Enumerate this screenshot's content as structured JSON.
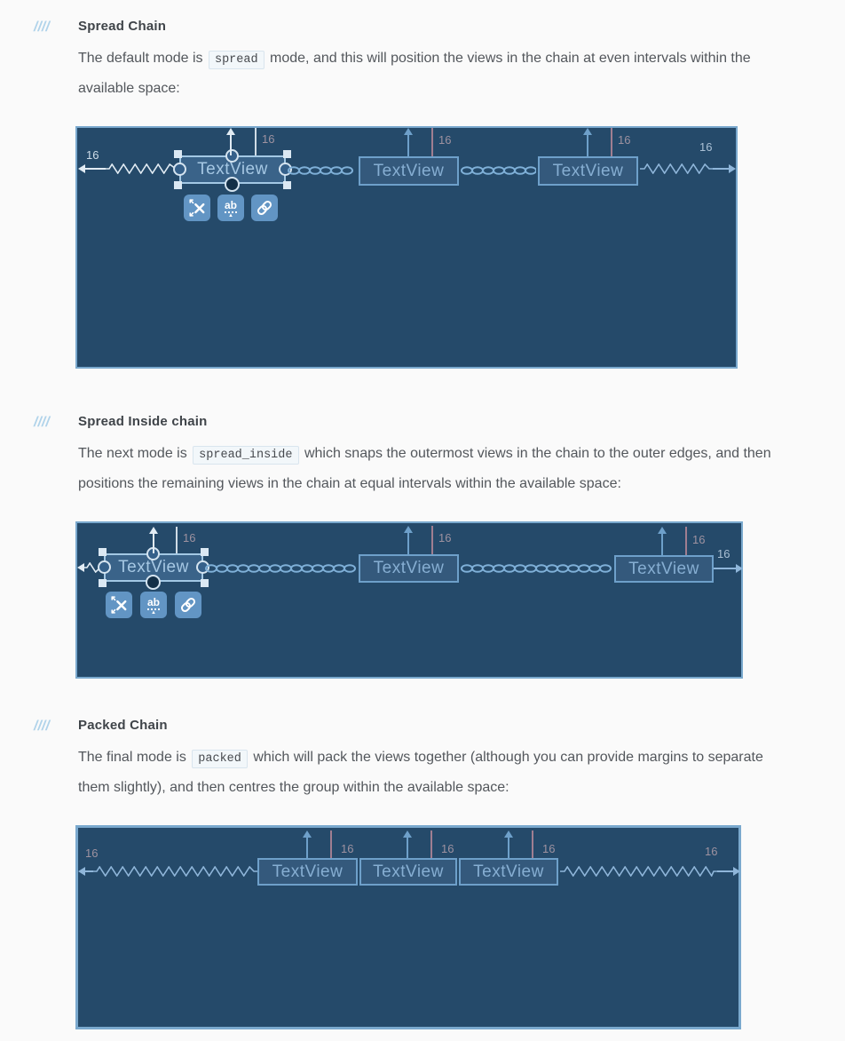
{
  "labels": {
    "textview": "TextView",
    "margin": "16"
  },
  "toolbar": {
    "baseline_label": "ab"
  },
  "icons": {
    "clear_constraints": "x-with-arrows",
    "baseline": "ab-dotted-underline",
    "chain": "link"
  },
  "colors": {
    "page_bg": "#fafafa",
    "heading_text": "#3f4449",
    "body_text": "#53575c",
    "marker_blue": "#b0d3ea",
    "code_bg": "#f2f7fa",
    "code_border": "#d9e5ee",
    "blueprint_bg": "#254a6a",
    "blueprint_border": "#7aa9ce",
    "view_fill": "#34597c",
    "view_border": "#6ea0ca",
    "selection_white": "#e2ecf4",
    "chain_blue": "#7fb0d8",
    "margin_line_pink": "#a07e91",
    "margin_label_gray": "#9e92a0"
  },
  "sections": [
    {
      "marker": "////",
      "title": "Spread Chain",
      "para": {
        "before": "The default mode is ",
        "code": "spread",
        "after": " mode, and this will position the views in the chain at even intervals within the available space:"
      }
    },
    {
      "marker": "////",
      "title": "Spread Inside chain",
      "para": {
        "before": "The next mode is ",
        "code": "spread_inside",
        "after": " which snaps the outermost views in the chain to the outer edges, and then positions the remaining views in the chain at equal intervals within the available space:"
      }
    },
    {
      "marker": "////",
      "title": "Packed Chain",
      "para": {
        "before": "The final mode is ",
        "code": "packed",
        "after": " which will pack the views together (although you can provide margins to separate them slightly), and then centres the group within the available space:"
      }
    }
  ]
}
